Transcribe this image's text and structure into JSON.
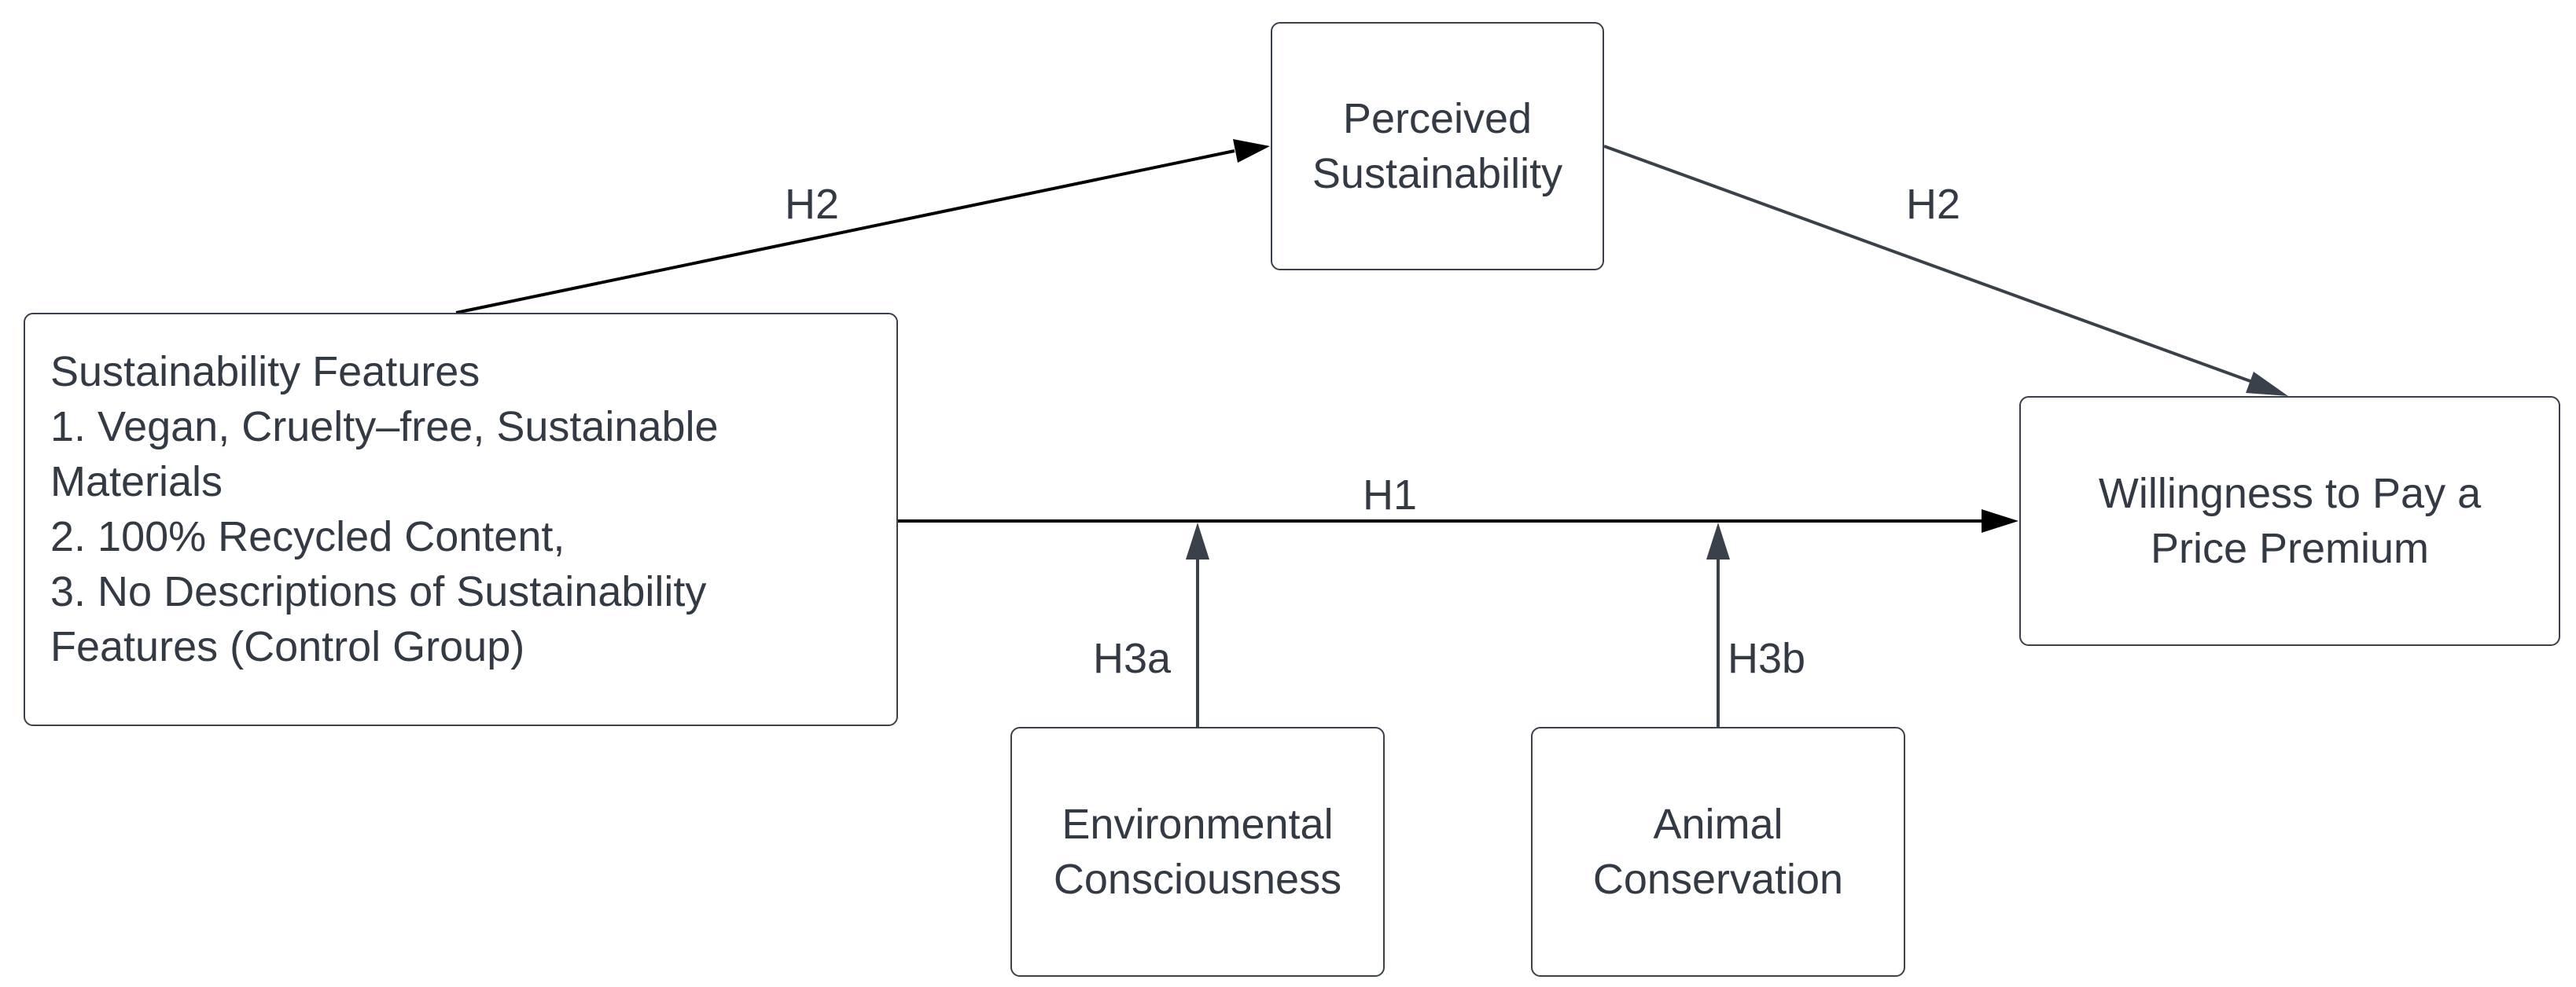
{
  "nodes": {
    "sustainability_features": {
      "lines": [
        "Sustainability Features",
        "1. Vegan, Cruelty–free, Sustainable",
        "Materials",
        "2. 100% Recycled Content,",
        "3. No Descriptions of Sustainability",
        "Features (Control Group)"
      ]
    },
    "perceived_sustainability": {
      "lines": [
        "Perceived",
        "Sustainability"
      ]
    },
    "willingness_to_pay": {
      "lines": [
        "Willingness to Pay a",
        "Price Premium"
      ]
    },
    "environmental_consciousness": {
      "lines": [
        "Environmental",
        "Consciousness"
      ]
    },
    "animal_conservation": {
      "lines": [
        "Animal",
        "Conservation"
      ]
    }
  },
  "edges": {
    "h2_in": "H2",
    "h2_out": "H2",
    "h1": "H1",
    "h3a": "H3a",
    "h3b": "H3b"
  },
  "colors": {
    "box_border": "#3a414a",
    "text": "#333a44",
    "arrow_dark": "#000000",
    "arrow_slate": "#3a414a"
  }
}
